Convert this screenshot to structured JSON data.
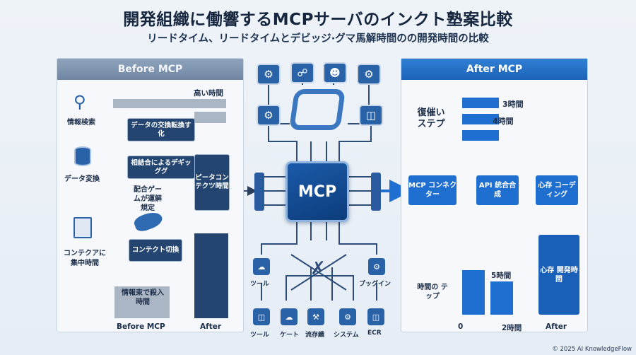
{
  "header": {
    "title": "開発組織に働響するMCPサーバのインクト塾案比較",
    "subtitle": "リードタイム、リードタイムとデビッジ·グマ馬解時間のの開発時間の比較"
  },
  "left": {
    "title": "Before MCP",
    "top_bar_label": "高い時間",
    "steps": {
      "search": "情報検索",
      "convert": "データ変換",
      "focus": "コンテクアに集中時間"
    },
    "flow": {
      "exchange": "データの交換転換す化",
      "debug": "相結合によるデギッググ",
      "game": "配合ゲームが運解規定",
      "switch": "コンテクト切換",
      "context": "ピータコンテクツ時間",
      "input": "情報束で殺入時間"
    },
    "xaxis": {
      "before": "Before MCP",
      "after": "After"
    }
  },
  "center": {
    "core_label": "MCP",
    "tools_left": "ツール",
    "tools_right": "プッグイン",
    "bottom_tools": [
      "ツール",
      "ケート",
      "流存織",
      "システム",
      "ECR"
    ]
  },
  "right": {
    "title": "After MCP",
    "steps_label": "復催い ステプ",
    "bar_labels": [
      "3時間",
      "4時間"
    ],
    "flow": {
      "connector": "MCP コンネクター",
      "api": "API 統合合成",
      "coding": "心存 コーディング"
    },
    "chart": {
      "y_label": "時間の テップ",
      "bar_value_label": "5時間",
      "big_bar_label": "心存 開発時間",
      "x_ticks": [
        "0",
        "2時間",
        "After"
      ]
    }
  },
  "footer": {
    "copyright": "© 2025 AI KnowledgeFlow"
  },
  "colors": {
    "dark_blue": "#23456f",
    "accent_blue": "#1f6fd0",
    "gray": "#aab6c4"
  }
}
